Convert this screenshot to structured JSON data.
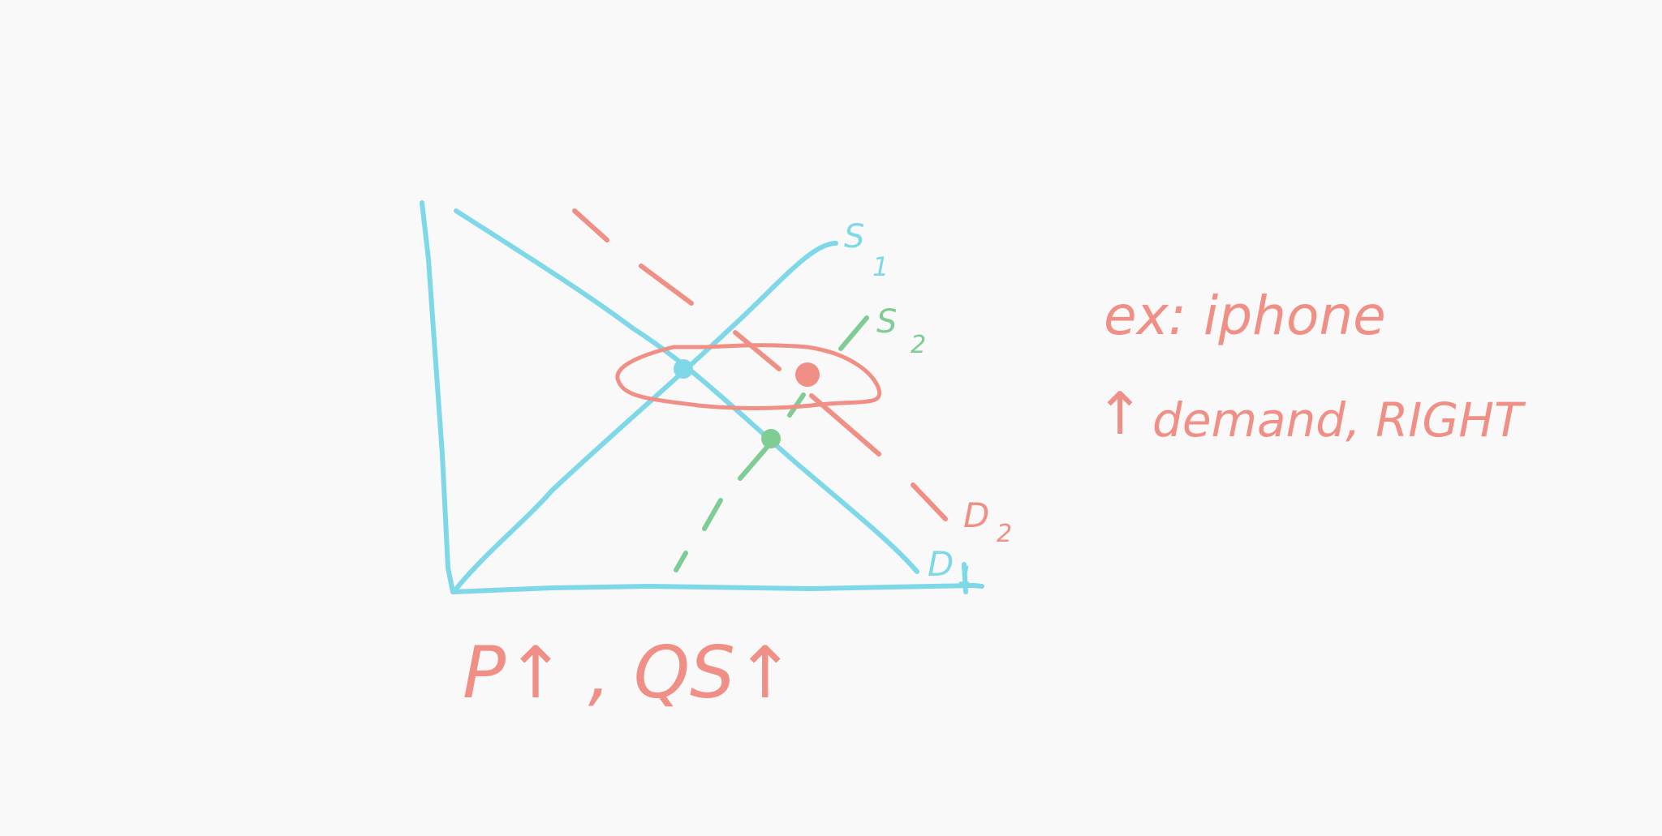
{
  "colors": {
    "background": "#f9f9f9",
    "blue": "#7fd8e8",
    "red": "#f08f85",
    "green": "#7fcc95"
  },
  "curve_labels": {
    "s1": "S",
    "s1_sub": "1",
    "s2": "S",
    "s2_sub": "2",
    "d1": "D",
    "d1_sub": "1",
    "d2": "D",
    "d2_sub": "2"
  },
  "notes": {
    "example": "ex: iphone",
    "demand_arrow": "↑",
    "demand": "demand, RIGHT",
    "result": "P↑ , QS↑"
  }
}
